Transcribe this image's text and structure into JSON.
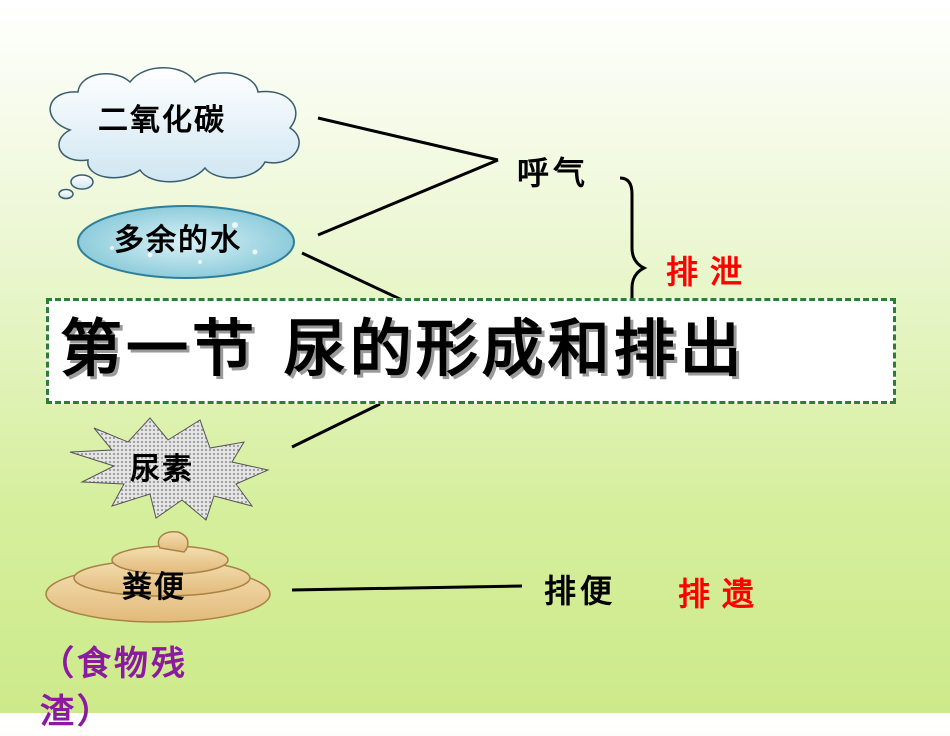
{
  "nodes": {
    "co2": "二氧化碳",
    "water": "多余的水",
    "urea": "尿素",
    "feces": "粪便",
    "residue": "（食物残渣）"
  },
  "processes": {
    "exhale": "呼气",
    "defecate": "排便"
  },
  "categories": {
    "excretion": "排泄",
    "egestion": "排遗"
  },
  "title": "第一节  尿的形成和排出",
  "colors": {
    "highlight": "#ff0000",
    "note": "#8b1aa0",
    "title_border": "#2e7d32"
  }
}
